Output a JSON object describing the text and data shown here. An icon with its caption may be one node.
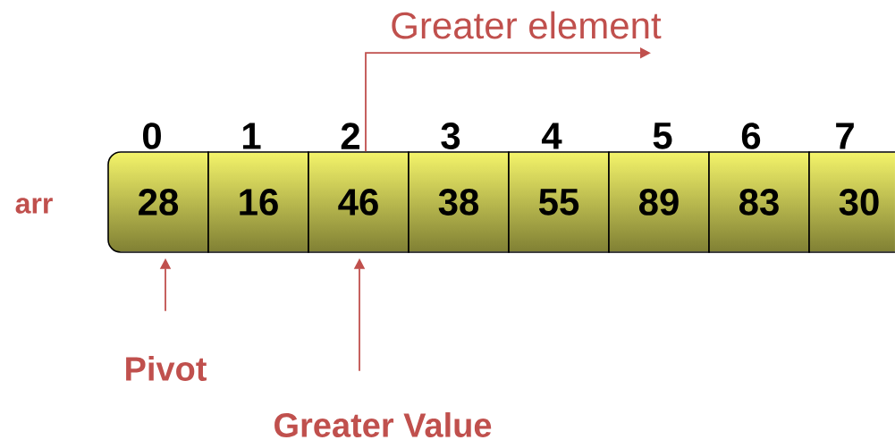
{
  "diagram": {
    "nodes": [
      {
        "text": [
          "28"
        ],
        "beside": [
          "0"
        ]
      },
      {
        "text": [
          "16"
        ],
        "beside": [
          "1"
        ]
      },
      {
        "text": [
          "46"
        ],
        "beside": [
          "2"
        ]
      },
      {
        "text": [
          "38"
        ],
        "beside": [
          "3"
        ]
      },
      {
        "text": [
          "55"
        ],
        "beside": [
          "4"
        ]
      },
      {
        "text": [
          "89"
        ],
        "beside": [
          "5"
        ]
      },
      {
        "text": [
          "83"
        ],
        "beside": [
          "6"
        ]
      },
      {
        "text": [
          "30"
        ],
        "beside": [
          "7"
        ]
      },
      {
        "text": [
          "Pivot"
        ]
      },
      {
        "text": [
          "Greater Value"
        ]
      }
    ],
    "edges": [
      {
        "from": 8,
        "to": 0,
        "arrow": "to"
      },
      {
        "from": 9,
        "to": 2,
        "arrow": "to"
      },
      {
        "from": 2,
        "to": null,
        "arrow": "to",
        "label": "Greater element"
      }
    ],
    "labels": [
      "arr"
    ]
  }
}
